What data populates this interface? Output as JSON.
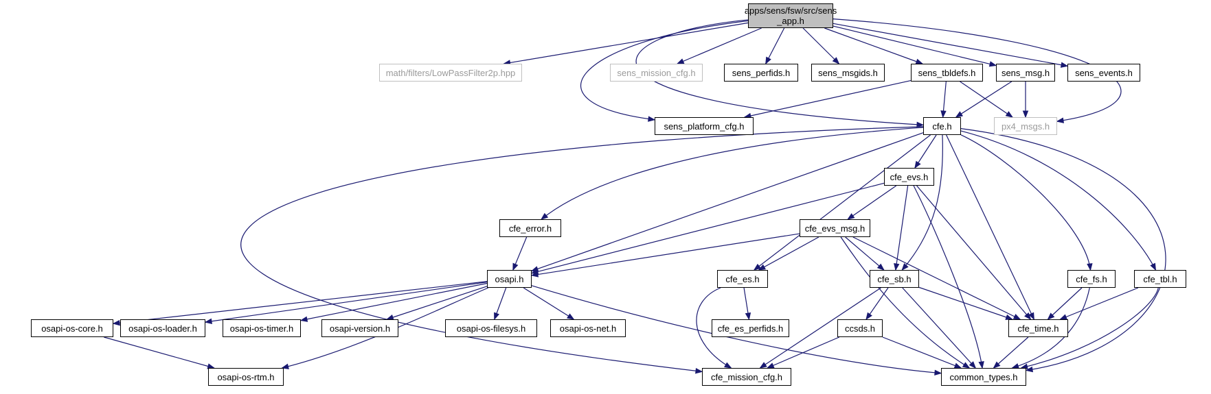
{
  "colors": {
    "edge": "#191970",
    "root_fill": "#bfbfbf",
    "external_border": "#bfbfbf",
    "external_text": "#9a9a9a"
  },
  "graph": {
    "nodes": [
      {
        "id": "sens_app",
        "label": "apps/sens/fsw/src/sens\n_app.h",
        "kind": "root"
      },
      {
        "id": "lowpass",
        "label": "math/filters/LowPassFilter2p.hpp",
        "kind": "external"
      },
      {
        "id": "mission_cfg",
        "label": "sens_mission_cfg.h",
        "kind": "external"
      },
      {
        "id": "perfids",
        "label": "sens_perfids.h",
        "kind": "link"
      },
      {
        "id": "msgids",
        "label": "sens_msgids.h",
        "kind": "link"
      },
      {
        "id": "tbldefs",
        "label": "sens_tbldefs.h",
        "kind": "link"
      },
      {
        "id": "sens_msg",
        "label": "sens_msg.h",
        "kind": "link"
      },
      {
        "id": "sens_events",
        "label": "sens_events.h",
        "kind": "link"
      },
      {
        "id": "platform_cfg",
        "label": "sens_platform_cfg.h",
        "kind": "link"
      },
      {
        "id": "cfe",
        "label": "cfe.h",
        "kind": "link"
      },
      {
        "id": "px4",
        "label": "px4_msgs.h",
        "kind": "external"
      },
      {
        "id": "cfe_evs",
        "label": "cfe_evs.h",
        "kind": "link"
      },
      {
        "id": "cfe_error",
        "label": "cfe_error.h",
        "kind": "link"
      },
      {
        "id": "cfe_evs_msg",
        "label": "cfe_evs_msg.h",
        "kind": "link"
      },
      {
        "id": "osapi",
        "label": "osapi.h",
        "kind": "link"
      },
      {
        "id": "cfe_es",
        "label": "cfe_es.h",
        "kind": "link"
      },
      {
        "id": "cfe_sb",
        "label": "cfe_sb.h",
        "kind": "link"
      },
      {
        "id": "cfe_fs",
        "label": "cfe_fs.h",
        "kind": "link"
      },
      {
        "id": "cfe_tbl",
        "label": "cfe_tbl.h",
        "kind": "link"
      },
      {
        "id": "os_core",
        "label": "osapi-os-core.h",
        "kind": "link"
      },
      {
        "id": "os_loader",
        "label": "osapi-os-loader.h",
        "kind": "link"
      },
      {
        "id": "os_timer",
        "label": "osapi-os-timer.h",
        "kind": "link"
      },
      {
        "id": "os_version",
        "label": "osapi-version.h",
        "kind": "link"
      },
      {
        "id": "os_filesys",
        "label": "osapi-os-filesys.h",
        "kind": "link"
      },
      {
        "id": "os_net",
        "label": "osapi-os-net.h",
        "kind": "link"
      },
      {
        "id": "cfe_es_perfids",
        "label": "cfe_es_perfids.h",
        "kind": "link"
      },
      {
        "id": "ccsds",
        "label": "ccsds.h",
        "kind": "link"
      },
      {
        "id": "cfe_time",
        "label": "cfe_time.h",
        "kind": "link"
      },
      {
        "id": "os_rtm",
        "label": "osapi-os-rtm.h",
        "kind": "link"
      },
      {
        "id": "cfe_mission_cfg",
        "label": "cfe_mission_cfg.h",
        "kind": "link"
      },
      {
        "id": "common_types",
        "label": "common_types.h",
        "kind": "link"
      }
    ],
    "edges": [
      [
        "sens_app",
        "lowpass"
      ],
      [
        "sens_app",
        "mission_cfg"
      ],
      [
        "sens_app",
        "perfids"
      ],
      [
        "sens_app",
        "msgids"
      ],
      [
        "sens_app",
        "tbldefs"
      ],
      [
        "sens_app",
        "sens_msg"
      ],
      [
        "sens_app",
        "sens_events"
      ],
      [
        "sens_app",
        "platform_cfg"
      ],
      [
        "sens_app",
        "cfe"
      ],
      [
        "sens_app",
        "px4"
      ],
      [
        "tbldefs",
        "platform_cfg"
      ],
      [
        "tbldefs",
        "cfe"
      ],
      [
        "tbldefs",
        "px4"
      ],
      [
        "sens_msg",
        "cfe"
      ],
      [
        "sens_msg",
        "px4"
      ],
      [
        "cfe",
        "cfe_evs"
      ],
      [
        "cfe",
        "cfe_error"
      ],
      [
        "cfe",
        "osapi"
      ],
      [
        "cfe",
        "cfe_es"
      ],
      [
        "cfe",
        "cfe_sb"
      ],
      [
        "cfe",
        "cfe_time"
      ],
      [
        "cfe",
        "cfe_fs"
      ],
      [
        "cfe",
        "cfe_tbl"
      ],
      [
        "cfe",
        "common_types"
      ],
      [
        "cfe",
        "cfe_mission_cfg"
      ],
      [
        "cfe_evs",
        "cfe_evs_msg"
      ],
      [
        "cfe_evs",
        "osapi"
      ],
      [
        "cfe_evs",
        "cfe_sb"
      ],
      [
        "cfe_evs",
        "cfe_time"
      ],
      [
        "cfe_evs",
        "common_types"
      ],
      [
        "cfe_error",
        "osapi"
      ],
      [
        "cfe_evs_msg",
        "osapi"
      ],
      [
        "cfe_evs_msg",
        "cfe_es"
      ],
      [
        "cfe_evs_msg",
        "cfe_sb"
      ],
      [
        "cfe_evs_msg",
        "cfe_time"
      ],
      [
        "cfe_evs_msg",
        "common_types"
      ],
      [
        "osapi",
        "os_core"
      ],
      [
        "osapi",
        "os_loader"
      ],
      [
        "osapi",
        "os_timer"
      ],
      [
        "osapi",
        "os_version"
      ],
      [
        "osapi",
        "os_filesys"
      ],
      [
        "osapi",
        "os_net"
      ],
      [
        "osapi",
        "os_rtm"
      ],
      [
        "osapi",
        "common_types"
      ],
      [
        "cfe_es",
        "cfe_es_perfids"
      ],
      [
        "cfe_es",
        "cfe_mission_cfg"
      ],
      [
        "cfe_sb",
        "ccsds"
      ],
      [
        "cfe_sb",
        "cfe_mission_cfg"
      ],
      [
        "cfe_sb",
        "cfe_time"
      ],
      [
        "cfe_sb",
        "common_types"
      ],
      [
        "cfe_fs",
        "cfe_time"
      ],
      [
        "cfe_fs",
        "common_types"
      ],
      [
        "cfe_tbl",
        "cfe_time"
      ],
      [
        "cfe_tbl",
        "common_types"
      ],
      [
        "os_core",
        "os_rtm"
      ],
      [
        "ccsds",
        "cfe_mission_cfg"
      ],
      [
        "ccsds",
        "common_types"
      ],
      [
        "cfe_time",
        "common_types"
      ]
    ]
  }
}
